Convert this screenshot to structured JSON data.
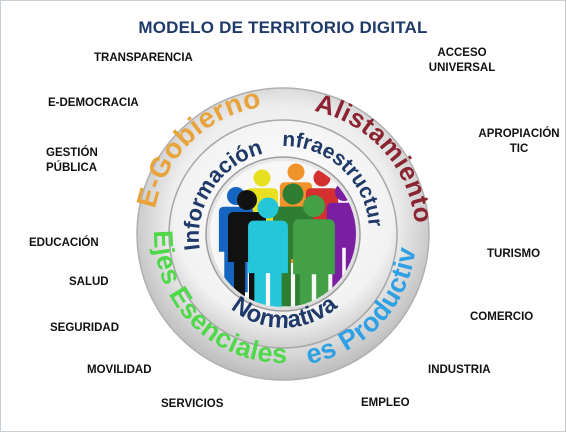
{
  "title": "MODELO DE TERRITORIO DIGITAL",
  "outer_ring": {
    "e_gobierno": "E-Gobierno",
    "alistamiento": "Alistamiento",
    "ejes_esenciales": "Ejes Esenciales",
    "ejes_productivos": "Ejes Productivos",
    "colors": {
      "e_gobierno": "#e8a43a",
      "alistamiento": "#8b2431",
      "ejes_esenciales": "#4fd84a",
      "ejes_productivos": "#2ea0e3"
    }
  },
  "inner_ring": {
    "informacion": "Información",
    "infraestructura": "Infraestructura",
    "normativa": "Normativa",
    "text_color": "#1f3a68"
  },
  "labels": {
    "transparencia": "TRANSPARENCIA",
    "e_democracia": "E-DEMOCRACIA",
    "gestion_line1": "GESTIÓN",
    "gestion_line2": "PÚBLICA",
    "educacion": "EDUCACIÓN",
    "salud": "SALUD",
    "seguridad": "SEGURIDAD",
    "movilidad": "MOVILIDAD",
    "servicios": "SERVICIOS",
    "empleo": "EMPLEO",
    "industria": "INDUSTRIA",
    "comercio": "COMERCIO",
    "turismo": "TURISMO",
    "apropiacion_line1": "APROPIACIÓN",
    "apropiacion_line2": "TIC",
    "acceso_line1": "ACCESO",
    "acceso_line2": "UNIVERSAL"
  },
  "people_colors": [
    "#e8e020",
    "#f0932b",
    "#d32f2f",
    "#7b1fa2",
    "#1565c0",
    "#111111",
    "#2e7d32",
    "#26c6da",
    "#43a047"
  ]
}
